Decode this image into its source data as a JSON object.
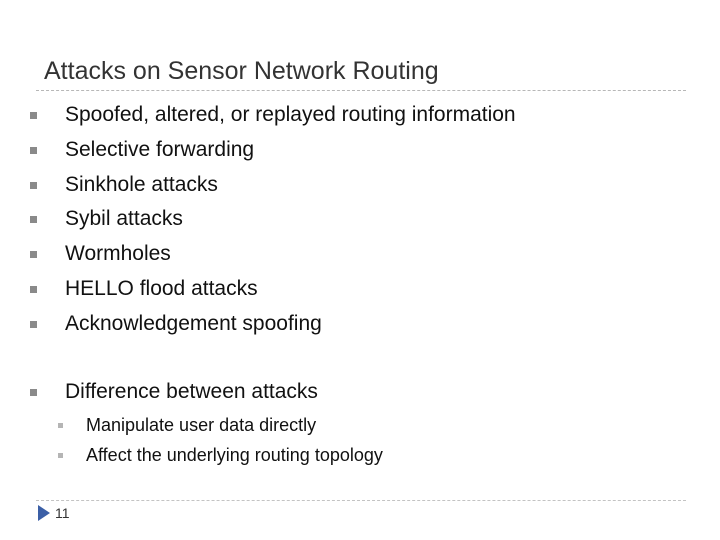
{
  "slide": {
    "title": "Attacks on Sensor Network Routing",
    "slide_number": "11"
  },
  "bullets": [
    "Spoofed, altered, or replayed routing information",
    "Selective forwarding",
    "Sinkhole attacks",
    "Sybil attacks",
    "Wormholes",
    "HELLO flood attacks",
    "Acknowledgement spoofing",
    "Difference between attacks"
  ],
  "sub_bullets": [
    "Manipulate user data directly",
    "Affect the underlying routing topology"
  ],
  "colors": {
    "title_text": "#333333",
    "bullet_marker": "#8a8a8a",
    "footer_arrow": "#3b5fa6"
  },
  "icons": {
    "bullet_marker": "square-bullet-icon",
    "footer_marker": "play-arrow-icon"
  }
}
